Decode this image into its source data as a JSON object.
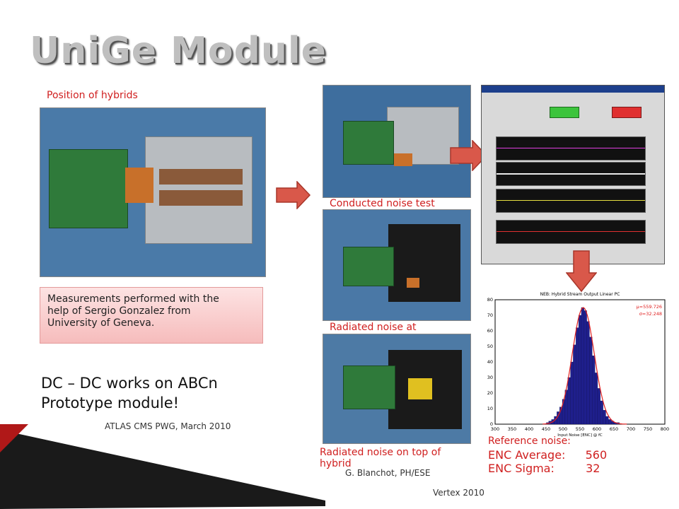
{
  "slide": {
    "title": "UniGe Module",
    "position_caption": "Position of hybrids",
    "callout_line1": "Measurements performed with the",
    "callout_line2": "help of Sergio Gonzalez from",
    "callout_line3": "University of Geneva.",
    "headline_line1": "DC – DC  works on ABCn",
    "headline_line2": "Prototype  module!",
    "meeting": "ATLAS CMS PWG, March 2010",
    "conducted_caption": "Conducted noise test",
    "radiated_corner_caption": "Radiated noise at corner",
    "radiated_top_caption": "Radiated noise on top of hybrid",
    "author": "G. Blanchot, PH/ESE",
    "footer": "Vertex 2010",
    "reference_label": "Reference noise:",
    "enc_average_label": "ENC Average:",
    "enc_average_value": "560",
    "enc_sigma_label": "ENC Sigma:",
    "enc_sigma_value": "32"
  },
  "colors": {
    "caption_red": "#d02020",
    "arrow_fill": "#d9584a",
    "arrow_stroke": "#a8362a",
    "hist_bar": "#1f1f8c",
    "fit_curve": "#e02020"
  },
  "chart_data": {
    "type": "bar",
    "title": "NEB: Hybrid Stream Output Linear PC",
    "xlabel": "Input Noise [ENC] @ fC",
    "ylabel": "",
    "xlim": [
      300,
      800
    ],
    "ylim": [
      0,
      80
    ],
    "x_ticks": [
      300,
      350,
      400,
      450,
      500,
      550,
      600,
      650,
      700,
      750,
      800
    ],
    "y_ticks": [
      0,
      10,
      20,
      30,
      40,
      50,
      60,
      70,
      80
    ],
    "fit_labels": [
      "μ=559.726",
      "σ=32.248"
    ],
    "x": [
      455,
      462,
      470,
      478,
      486,
      494,
      502,
      510,
      518,
      526,
      534,
      542,
      550,
      558,
      566,
      574,
      582,
      590,
      598,
      606,
      614,
      622,
      630,
      638,
      646,
      654,
      662
    ],
    "values": [
      1,
      2,
      3,
      5,
      8,
      11,
      16,
      22,
      30,
      40,
      51,
      62,
      70,
      75,
      73,
      66,
      56,
      44,
      33,
      23,
      15,
      9,
      5,
      3,
      2,
      1,
      1
    ]
  }
}
